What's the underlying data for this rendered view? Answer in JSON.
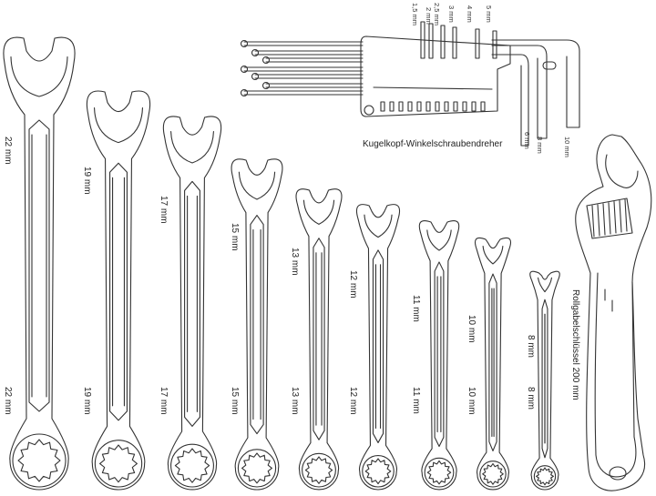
{
  "wrenches": [
    {
      "size": "22 mm"
    },
    {
      "size": "19 mm"
    },
    {
      "size": "17 mm"
    },
    {
      "size": "15 mm"
    },
    {
      "size": "13 mm"
    },
    {
      "size": "12 mm"
    },
    {
      "size": "11 mm"
    },
    {
      "size": "10 mm"
    },
    {
      "size": "8 mm"
    }
  ],
  "adjustable_wrench": {
    "label": "Rollgabelschlüssel 200 mm"
  },
  "hex_key_set": {
    "caption": "Kugelkopf-Winkelschraubendreher",
    "top_sizes": [
      "1,5 mm",
      "2 mm",
      "2,5 mm",
      "3 mm",
      "4 mm",
      "5 mm"
    ],
    "bottom_sizes": [
      "6 mm",
      "8 mm",
      "10 mm"
    ]
  }
}
